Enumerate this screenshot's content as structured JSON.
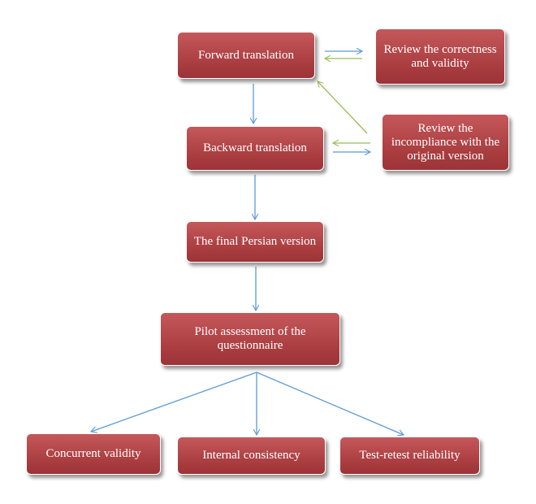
{
  "diagram": {
    "nodes": {
      "forward_translation": "Forward translation",
      "review_correctness": "Review the correctness and validity",
      "backward_translation": "Backward translation",
      "review_incompliance": "Review the incompliance with the original version",
      "final_persian_version": "The final Persian version",
      "pilot_assessment": "Pilot assessment of the questionnaire",
      "concurrent_validity": "Concurrent validity",
      "internal_consistency": "Internal consistency",
      "test_retest_reliability": "Test-retest reliability"
    },
    "colors": {
      "box_fill": "#b0474a",
      "box_border": "#ffffff",
      "text": "#ffffff",
      "arrow_blue": "#5b9bd5",
      "arrow_green": "#9bbb59"
    }
  }
}
